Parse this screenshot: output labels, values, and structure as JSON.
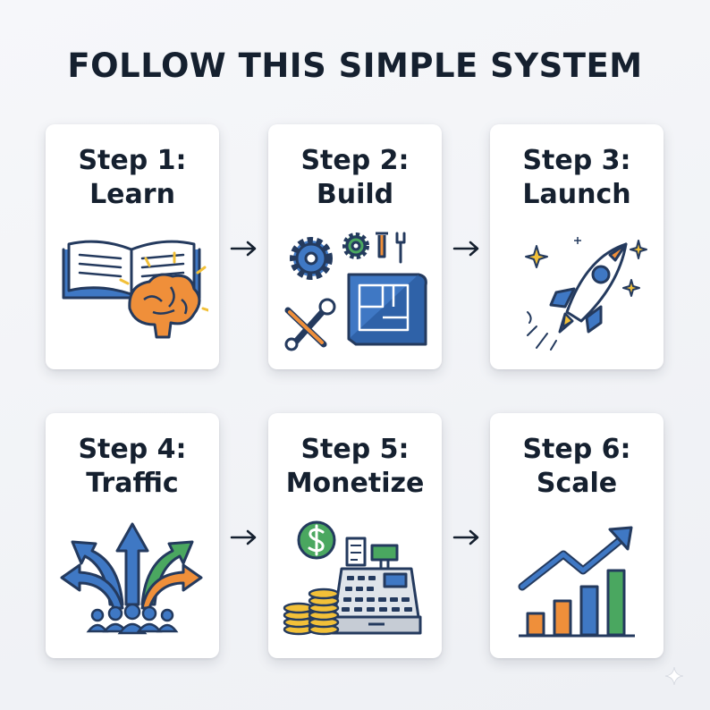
{
  "title": "FOLLOW THIS SIMPLE SYSTEM",
  "steps": [
    {
      "step": "Step 1:",
      "name": "Learn",
      "icon": "book-brain-icon"
    },
    {
      "step": "Step 2:",
      "name": "Build",
      "icon": "gears-tools-blueprint-icon"
    },
    {
      "step": "Step 3:",
      "name": "Launch",
      "icon": "rocket-icon"
    },
    {
      "step": "Step 4:",
      "name": "Traffic",
      "icon": "arrows-audience-icon"
    },
    {
      "step": "Step 5:",
      "name": "Monetize",
      "icon": "coins-register-icon"
    },
    {
      "step": "Step 6:",
      "name": "Scale",
      "icon": "growth-chart-icon"
    }
  ],
  "colors": {
    "navy": "#243a5e",
    "blue": "#3f78c4",
    "green": "#4aa760",
    "orange": "#ef8f3a",
    "yellow": "#f2c038",
    "text": "#15202f"
  }
}
